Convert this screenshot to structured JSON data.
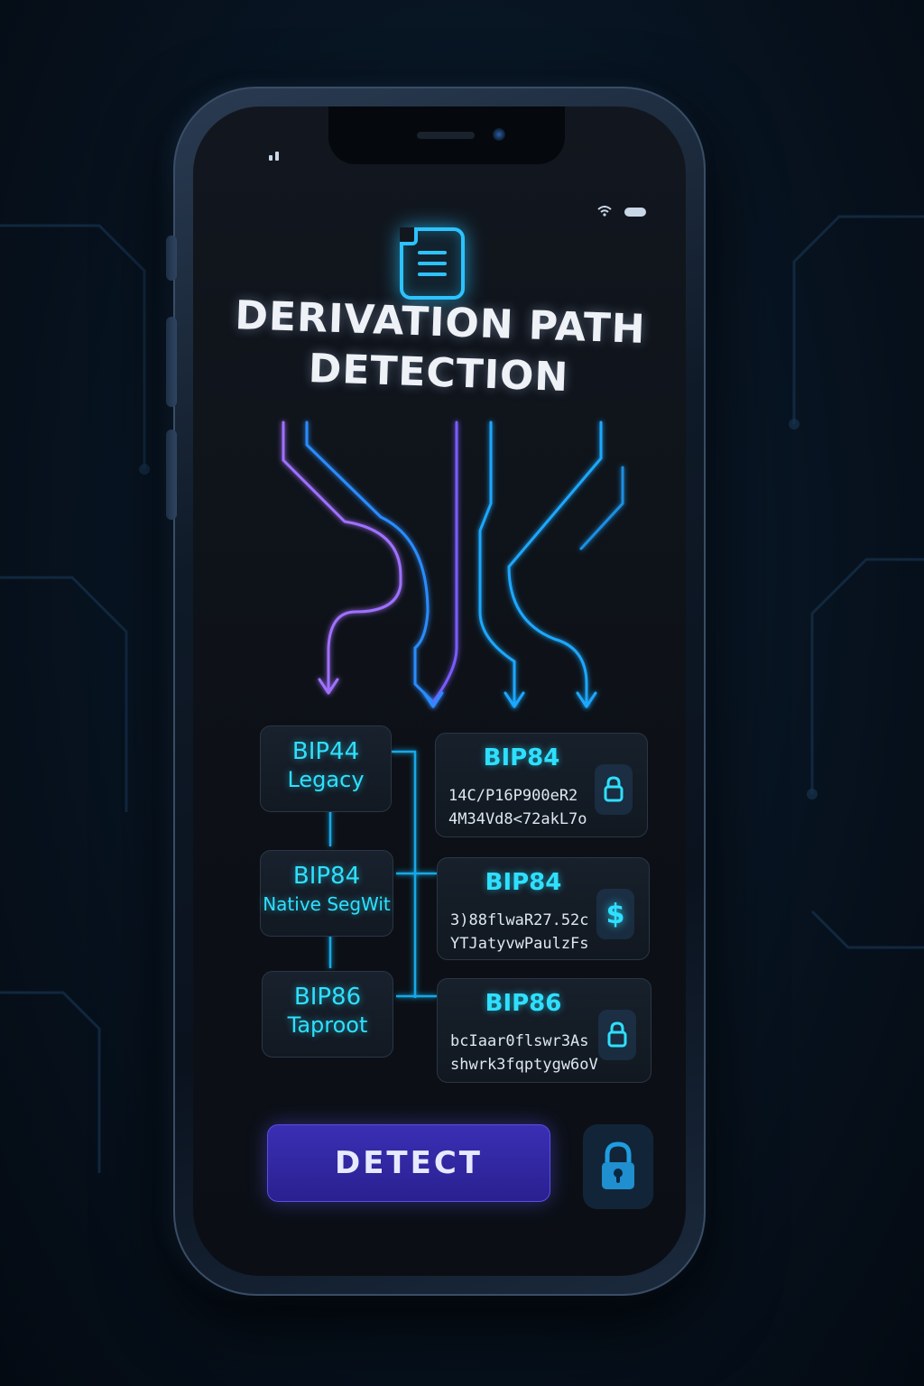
{
  "screen": {
    "title_line1": "DERIVATION PATH",
    "title_line2": "DETECTION"
  },
  "paths": [
    {
      "name": "BIP44",
      "label": "Legacy"
    },
    {
      "name": "BIP84",
      "label": "Native SegWit"
    },
    {
      "name": "BIP86",
      "label": "Taproot"
    }
  ],
  "addresses": [
    {
      "name": "BIP84",
      "line1": "14C/P16P900eR2",
      "line2": "4M34Vd8<72akL7o",
      "icon": "lock-icon"
    },
    {
      "name": "BIP84",
      "line1": "3)88flwaR27.52c",
      "line2": "YTJatyvwPaulzFs",
      "icon": "dollar-icon",
      "symbol": "$"
    },
    {
      "name": "BIP86",
      "line1": "bcIaar0flswr3As",
      "line2": "shwrk3fqptygw6oV",
      "icon": "lock-icon"
    }
  ],
  "actions": {
    "detect_label": "DETECT",
    "lock_icon": "padlock-icon"
  },
  "colors": {
    "accent_cyan": "#2ee0ff",
    "accent_purple": "#a070ff",
    "button_indigo": "#3a2fb4",
    "background": "#0d1117"
  }
}
